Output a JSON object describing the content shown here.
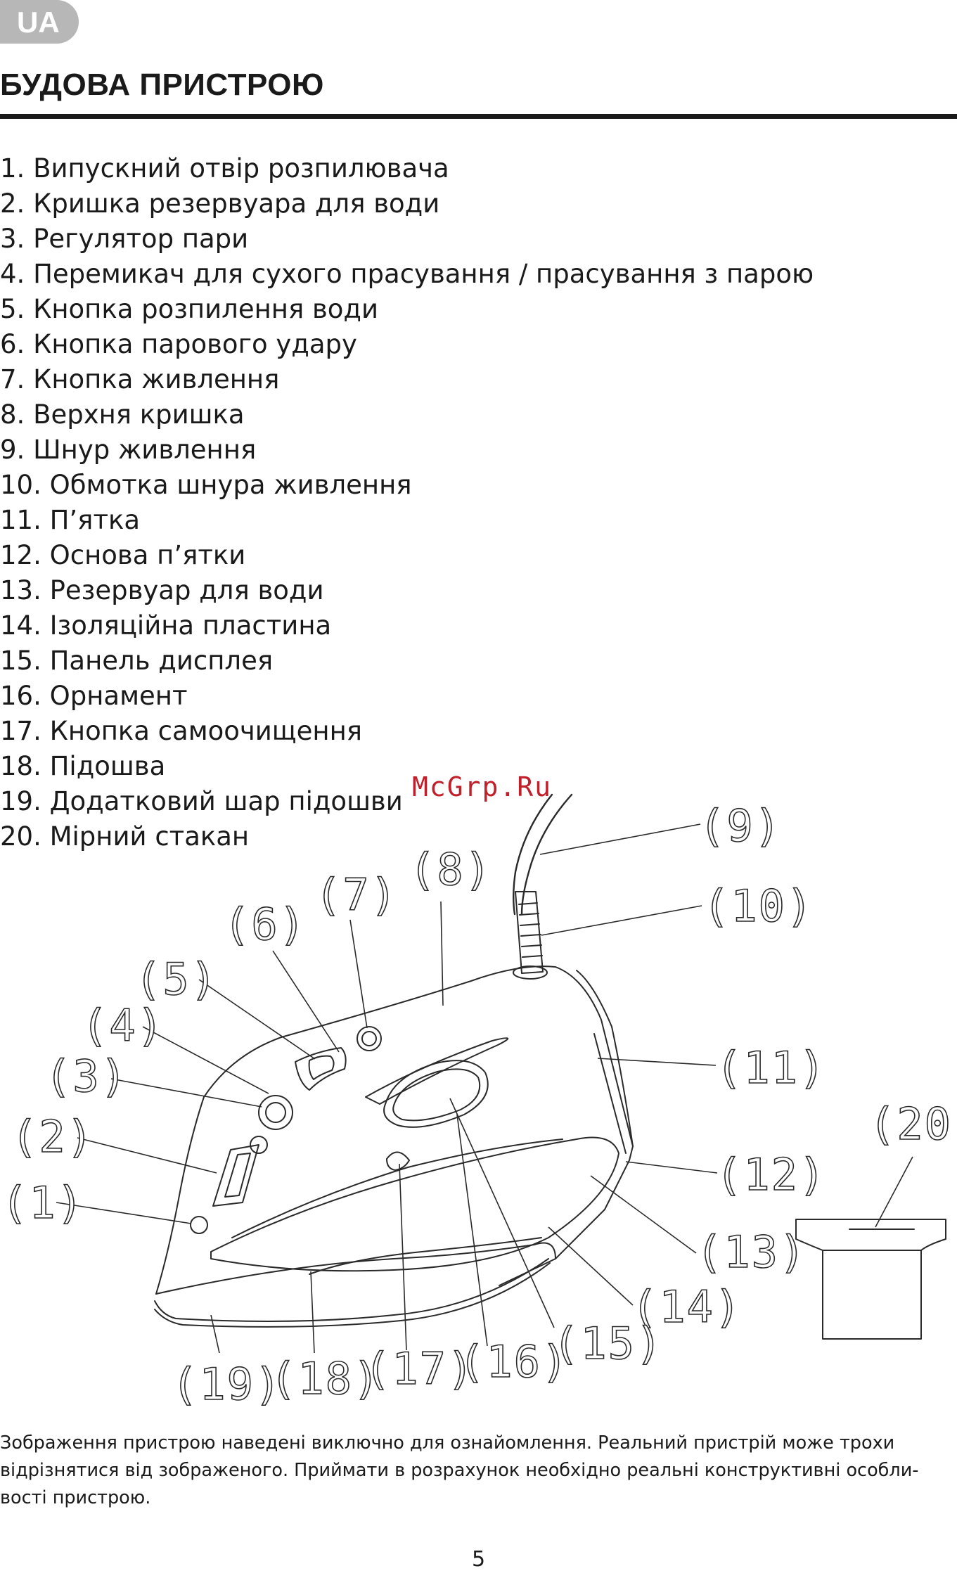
{
  "header": {
    "lang_badge": "UA",
    "title": "БУДОВА ПРИСТРОЮ"
  },
  "parts": [
    "1. Випускний отвір розпилювача",
    "2. Кришка резервуара для води",
    "3. Регулятор пари",
    "4. Перемикач для сухого прасування / прасування з парою",
    "5. Кнопка розпилення води",
    "6. Кнопка парового удару",
    "7. Кнопка живлення",
    "8. Верхня кришка",
    "9. Шнур живлення",
    "10. Обмотка шнура живлення",
    "11. П’ятка",
    "12. Основа п’ятки",
    "13. Резервуар для води",
    "14. Ізоляційна пластина",
    "15. Панель дисплея",
    "16. Орнамент",
    "17. Кнопка самоочищення",
    "18. Підошва",
    "19. Додатковий шар підошви",
    "20. Мірний стакан"
  ],
  "diagram": {
    "callouts": [
      "(1)",
      "(2)",
      "(3)",
      "(4)",
      "(5)",
      "(6)",
      "(7)",
      "(8)",
      "(9)",
      "(10)",
      "(11)",
      "(12)",
      "(13)",
      "(14)",
      "(15)",
      "(16)",
      "(17)",
      "(18)",
      "(19)",
      "(20)"
    ]
  },
  "watermark": "McGrp.Ru",
  "note": "Зображення пристрою наведені виключно для ознайомлення. Реальний пристрій може трохи відрізнятися від зображеного. Приймати в розрахунок необхідно реальні конструктивні особли­вості пристрою.",
  "page_number": "5",
  "colors": {
    "badge": "#b7b7b7",
    "text": "#1a1a1a",
    "watermark": "#c0202a"
  }
}
